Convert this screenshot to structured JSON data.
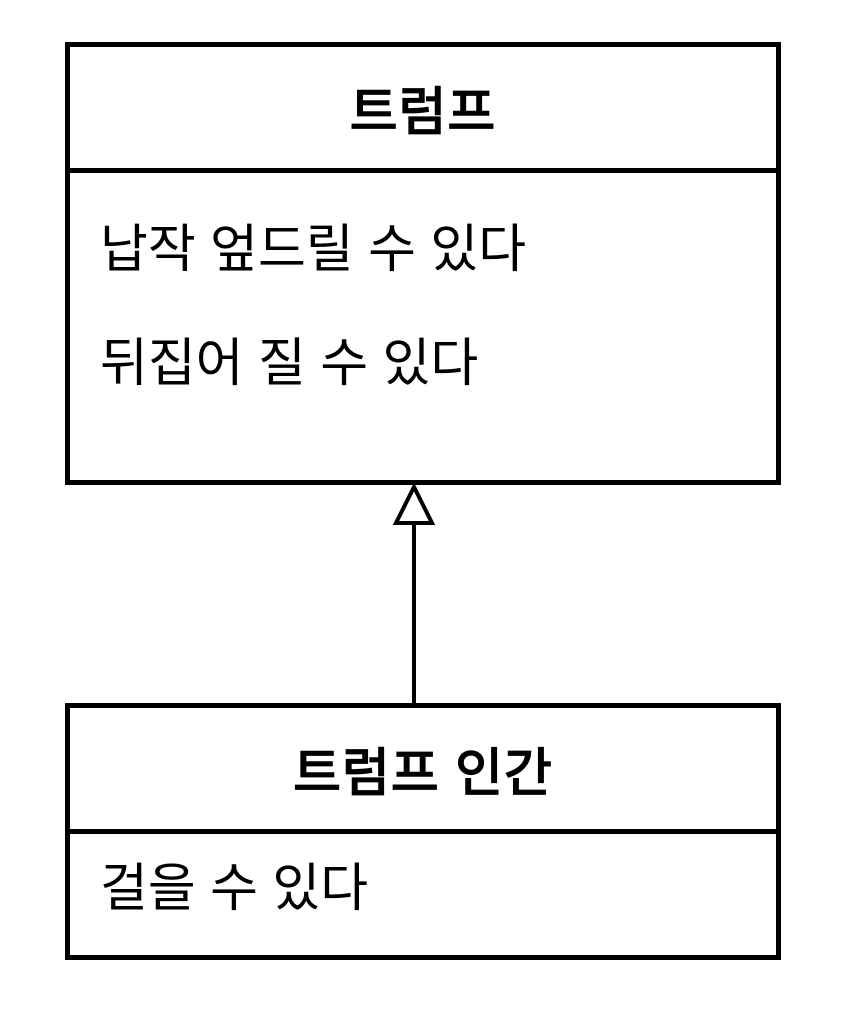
{
  "diagram": {
    "background_color": "#ffffff",
    "line_color": "#000000",
    "text_color": "#000000",
    "relationship": "inheritance",
    "parent_class": {
      "title": "트럼프",
      "methods": [
        "납작 엎드릴 수 있다",
        "뒤집어 질 수 있다"
      ]
    },
    "child_class": {
      "title": "트럼프 인간",
      "methods": [
        "걸을 수 있다"
      ]
    }
  }
}
